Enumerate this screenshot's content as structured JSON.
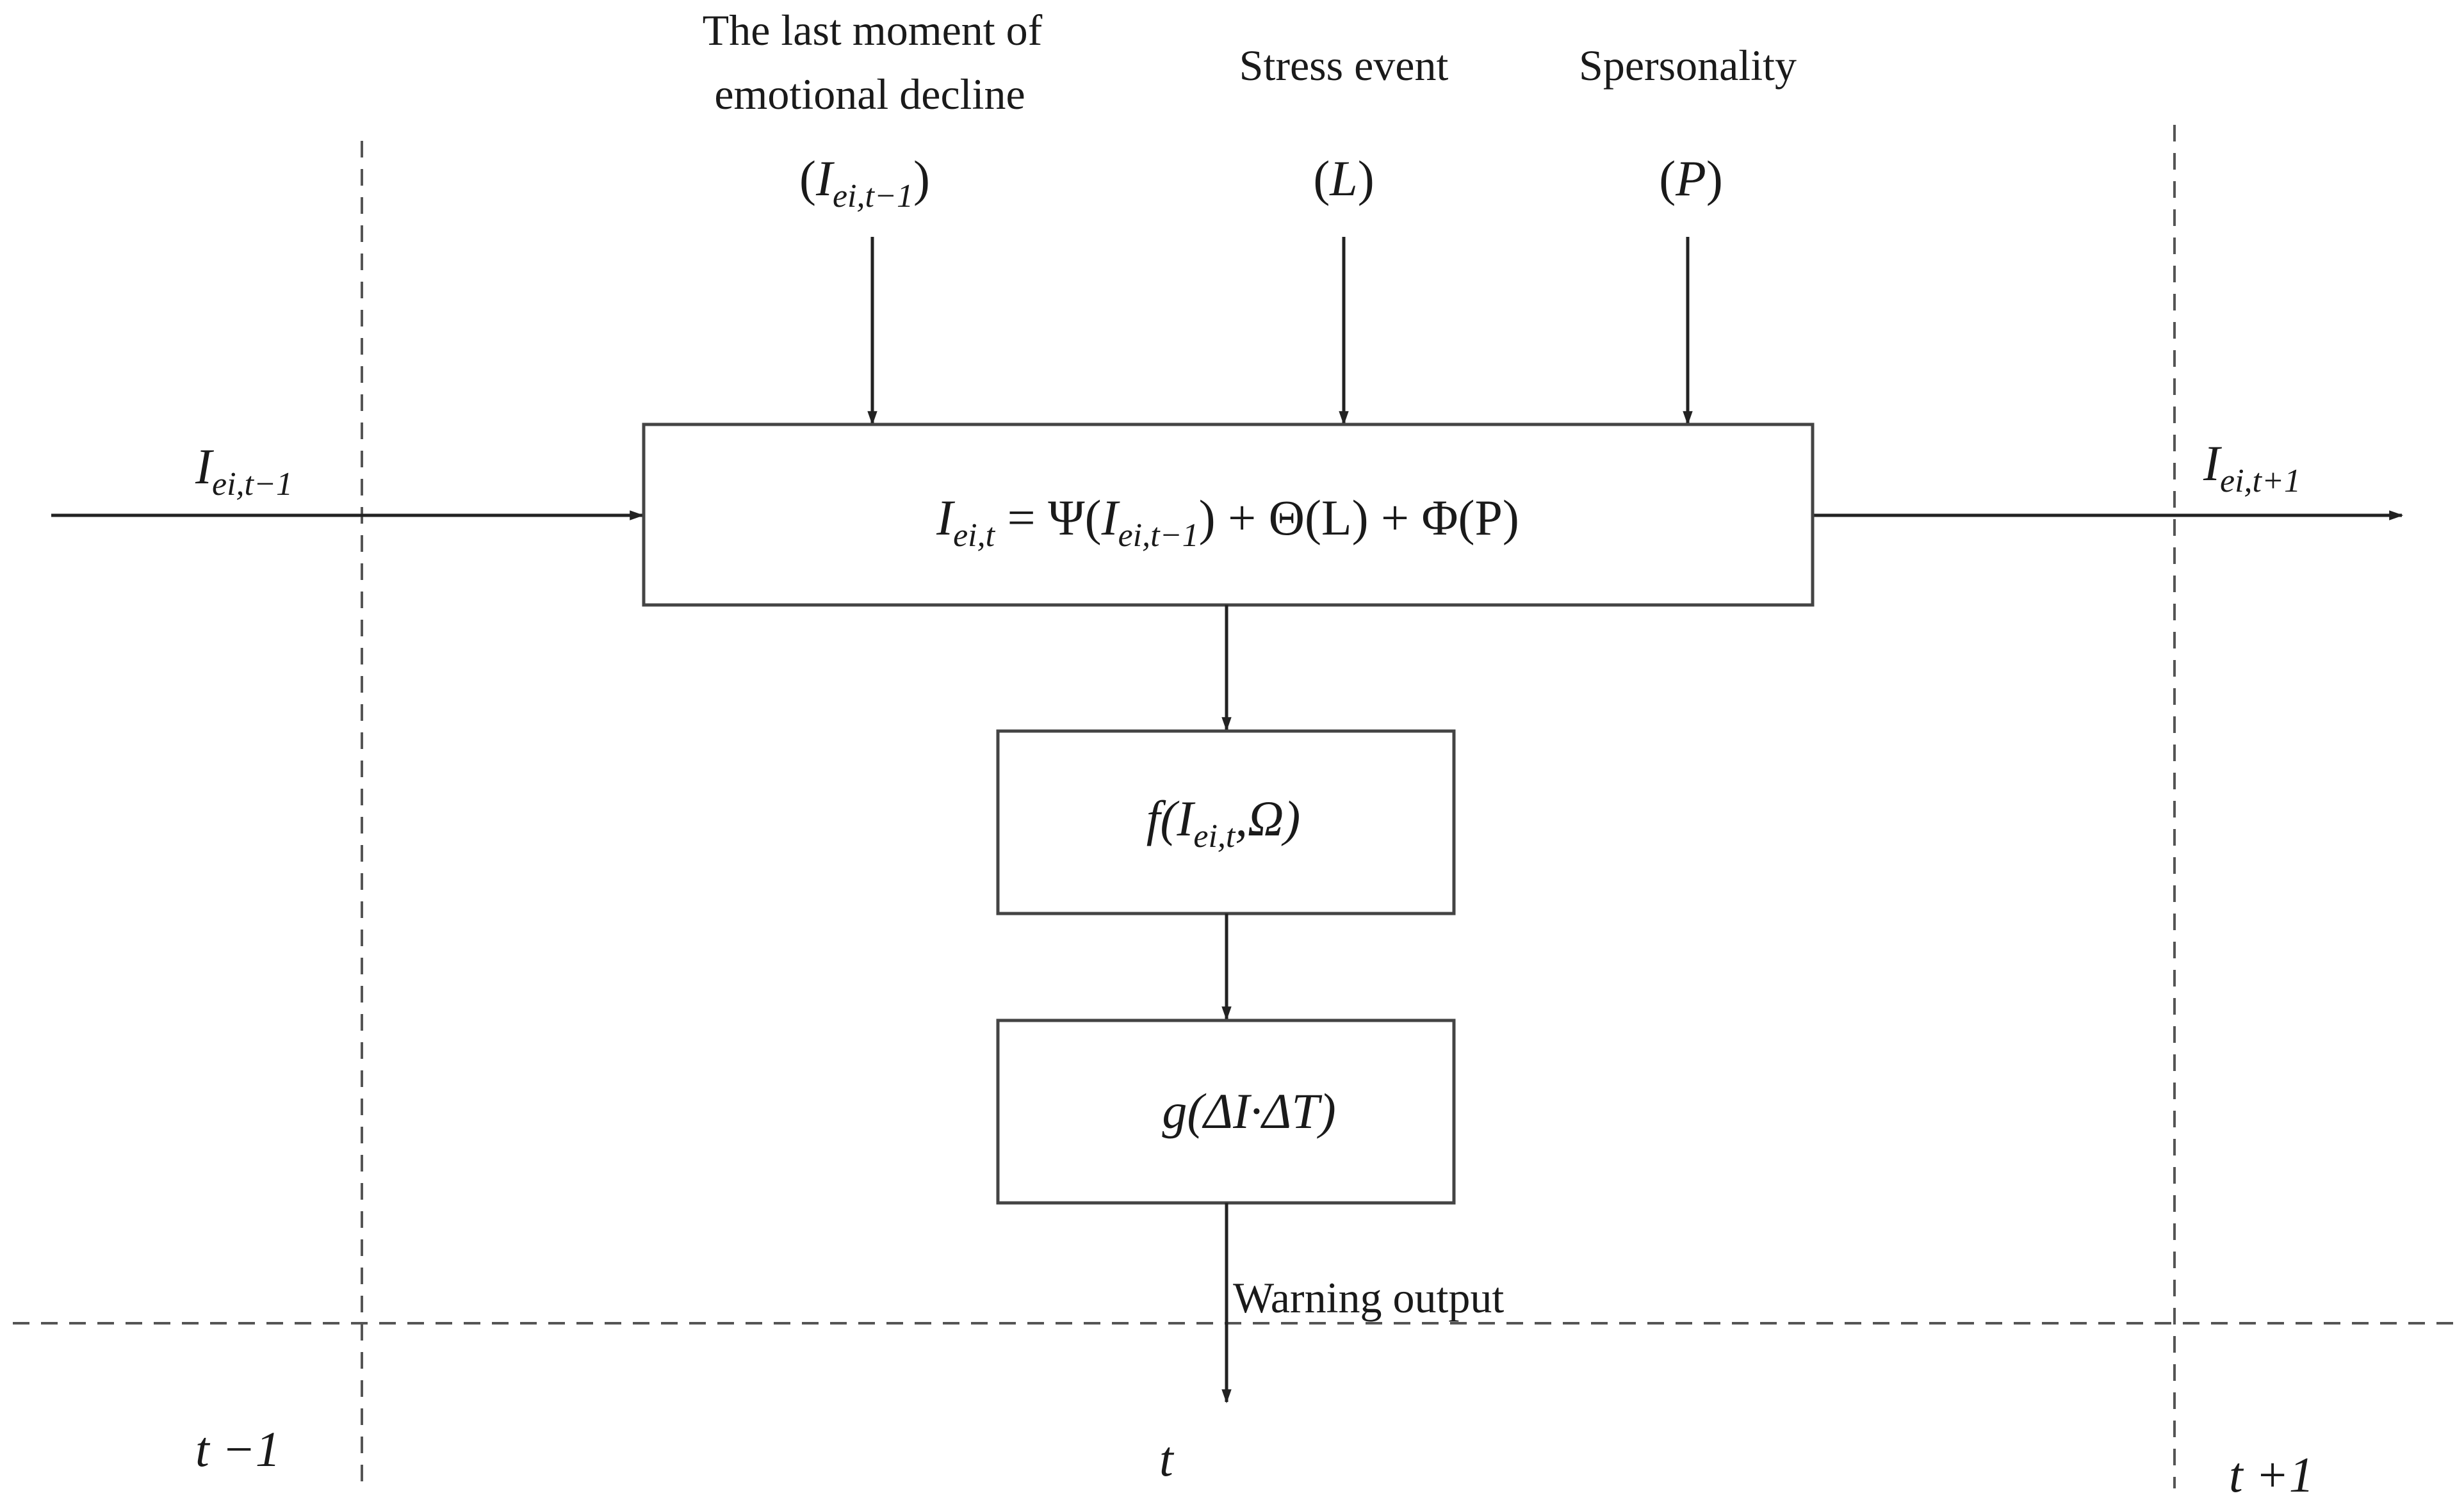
{
  "inputs": {
    "last_moment": {
      "line1": "The last moment of",
      "line2": "emotional decline",
      "symbol": "I",
      "subscript": "ei,t−1"
    },
    "stress": {
      "label": "Stress event",
      "symbol": "L"
    },
    "personality": {
      "label": "Spersonality",
      "symbol": "P"
    }
  },
  "flow": {
    "left_input": {
      "symbol": "I",
      "subscript": "ei,t−1"
    },
    "right_output": {
      "symbol": "I",
      "subscript": "ei,t+1"
    }
  },
  "boxes": {
    "main_formula": {
      "lhs": "I",
      "lhs_sub": "ei,t",
      "part1": " = Ψ(",
      "inner": "I",
      "inner_sub": "ei,t−1",
      "part2": ") + Θ(L) + Φ(P)"
    },
    "f_box": {
      "prefix": "f(",
      "symbol": "I",
      "subscript": "ei,t",
      "suffix": ",Ω)"
    },
    "g_box": {
      "text": "g(ΔI·ΔT)"
    }
  },
  "warning_output": "Warning output",
  "time_labels": {
    "prev": "t −1",
    "current": "t",
    "next": "t +1"
  }
}
